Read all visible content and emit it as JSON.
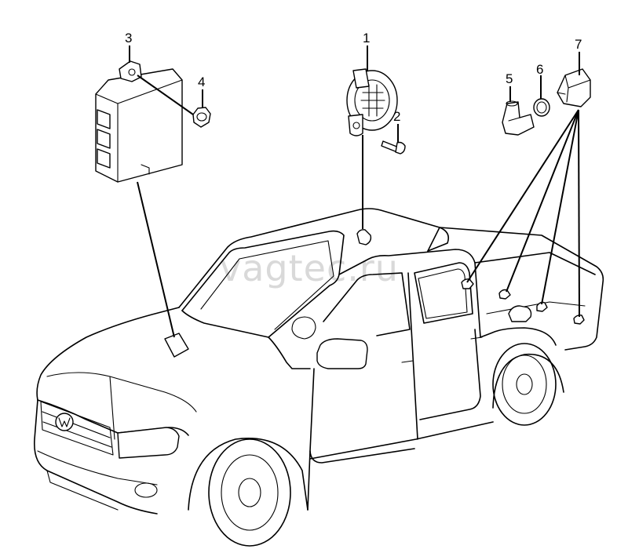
{
  "watermark": "vagtec.ru",
  "callouts": [
    {
      "id": "1",
      "label": "1"
    },
    {
      "id": "2",
      "label": "2"
    },
    {
      "id": "3",
      "label": "3"
    },
    {
      "id": "4",
      "label": "4"
    },
    {
      "id": "5",
      "label": "5"
    },
    {
      "id": "6",
      "label": "6"
    },
    {
      "id": "7",
      "label": "7"
    }
  ],
  "colors": {
    "line": "#000000",
    "background": "#ffffff",
    "watermark": "#d9d9d9"
  }
}
